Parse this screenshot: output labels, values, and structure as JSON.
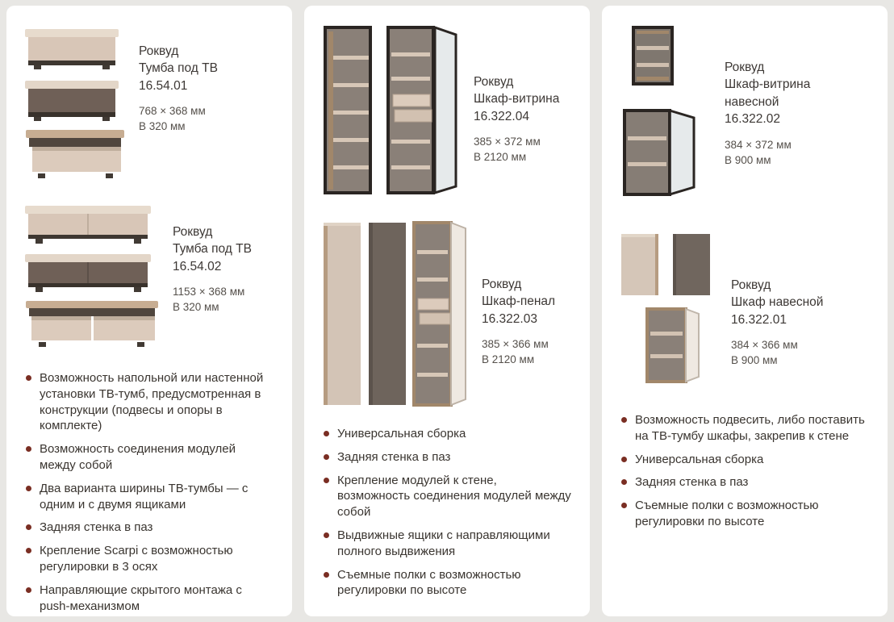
{
  "colors": {
    "page_background": "#e8e7e4",
    "card_background": "#ffffff",
    "bullet_accent": "#7a2e23",
    "furniture_beige": "#d8c6b7",
    "furniture_gray": "#6f6057",
    "furniture_wood": "#a1876a"
  },
  "cards": [
    {
      "products": [
        {
          "title": "Роквуд\nТумба под ТВ\n16.54.01",
          "dims": "768 × 368 мм\nВ 320 мм"
        },
        {
          "title": "Роквуд\nТумба под ТВ\n16.54.02",
          "dims": "1153 × 368 мм\nВ 320 мм"
        }
      ],
      "features": [
        "Возможность напольной или настенной установки ТВ-тумб, предусмотренная в конструкции (подвесы и опоры в комплекте)",
        "Возможность соединения модулей между собой",
        "Два варианта ширины ТВ-тумбы — с одним и с двумя ящиками",
        "Задняя стенка в паз",
        "Крепление Scarpi с возможностью регулировки в 3 осях",
        "Направляющие скрытого монтажа с push-механизмом"
      ]
    },
    {
      "products": [
        {
          "title": "Роквуд\nШкаф-витрина\n16.322.04",
          "dims": "385 × 372 мм\nВ 2120 мм"
        },
        {
          "title": "Роквуд\nШкаф-пенал\n16.322.03",
          "dims": "385 × 366 мм\nВ 2120 мм"
        }
      ],
      "features": [
        "Универсальная сборка",
        "Задняя стенка в паз",
        "Крепление модулей к стене, возможность соединения модулей между собой",
        "Выдвижные ящики с направляющими полного выдвижения",
        "Съемные полки с возможностью регулировки по высоте"
      ]
    },
    {
      "products": [
        {
          "title": "Роквуд\nШкаф-витрина\nнавесной\n16.322.02",
          "dims": "384 × 372 мм\nВ 900 мм"
        },
        {
          "title": "Роквуд\nШкаф навесной\n16.322.01",
          "dims": "384 × 366 мм\nВ 900 мм"
        }
      ],
      "features": [
        "Возможность подвесить, либо поставить на ТВ-тумбу шкафы, закрепив к стене",
        "Универсальная сборка",
        "Задняя стенка в паз",
        "Съемные полки с возможностью регулировки по высоте"
      ]
    }
  ]
}
